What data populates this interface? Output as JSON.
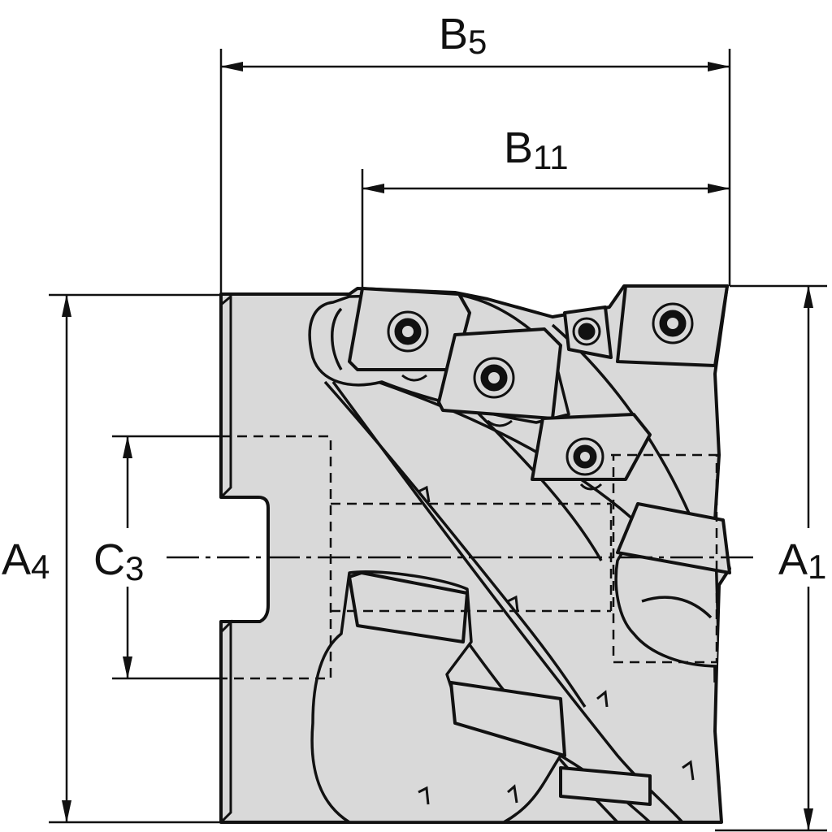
{
  "colors": {
    "body_fill": "#d9d9d9",
    "ink": "#111111",
    "background": "#ffffff"
  },
  "dimensions": {
    "b5": {
      "letter": "B",
      "subscript": "5"
    },
    "b11": {
      "letter": "B",
      "subscript": "11"
    },
    "a4": {
      "letter": "A",
      "subscript": "4"
    },
    "c3": {
      "letter": "C",
      "subscript": "3"
    },
    "a1": {
      "letter": "A",
      "subscript": "1"
    }
  }
}
